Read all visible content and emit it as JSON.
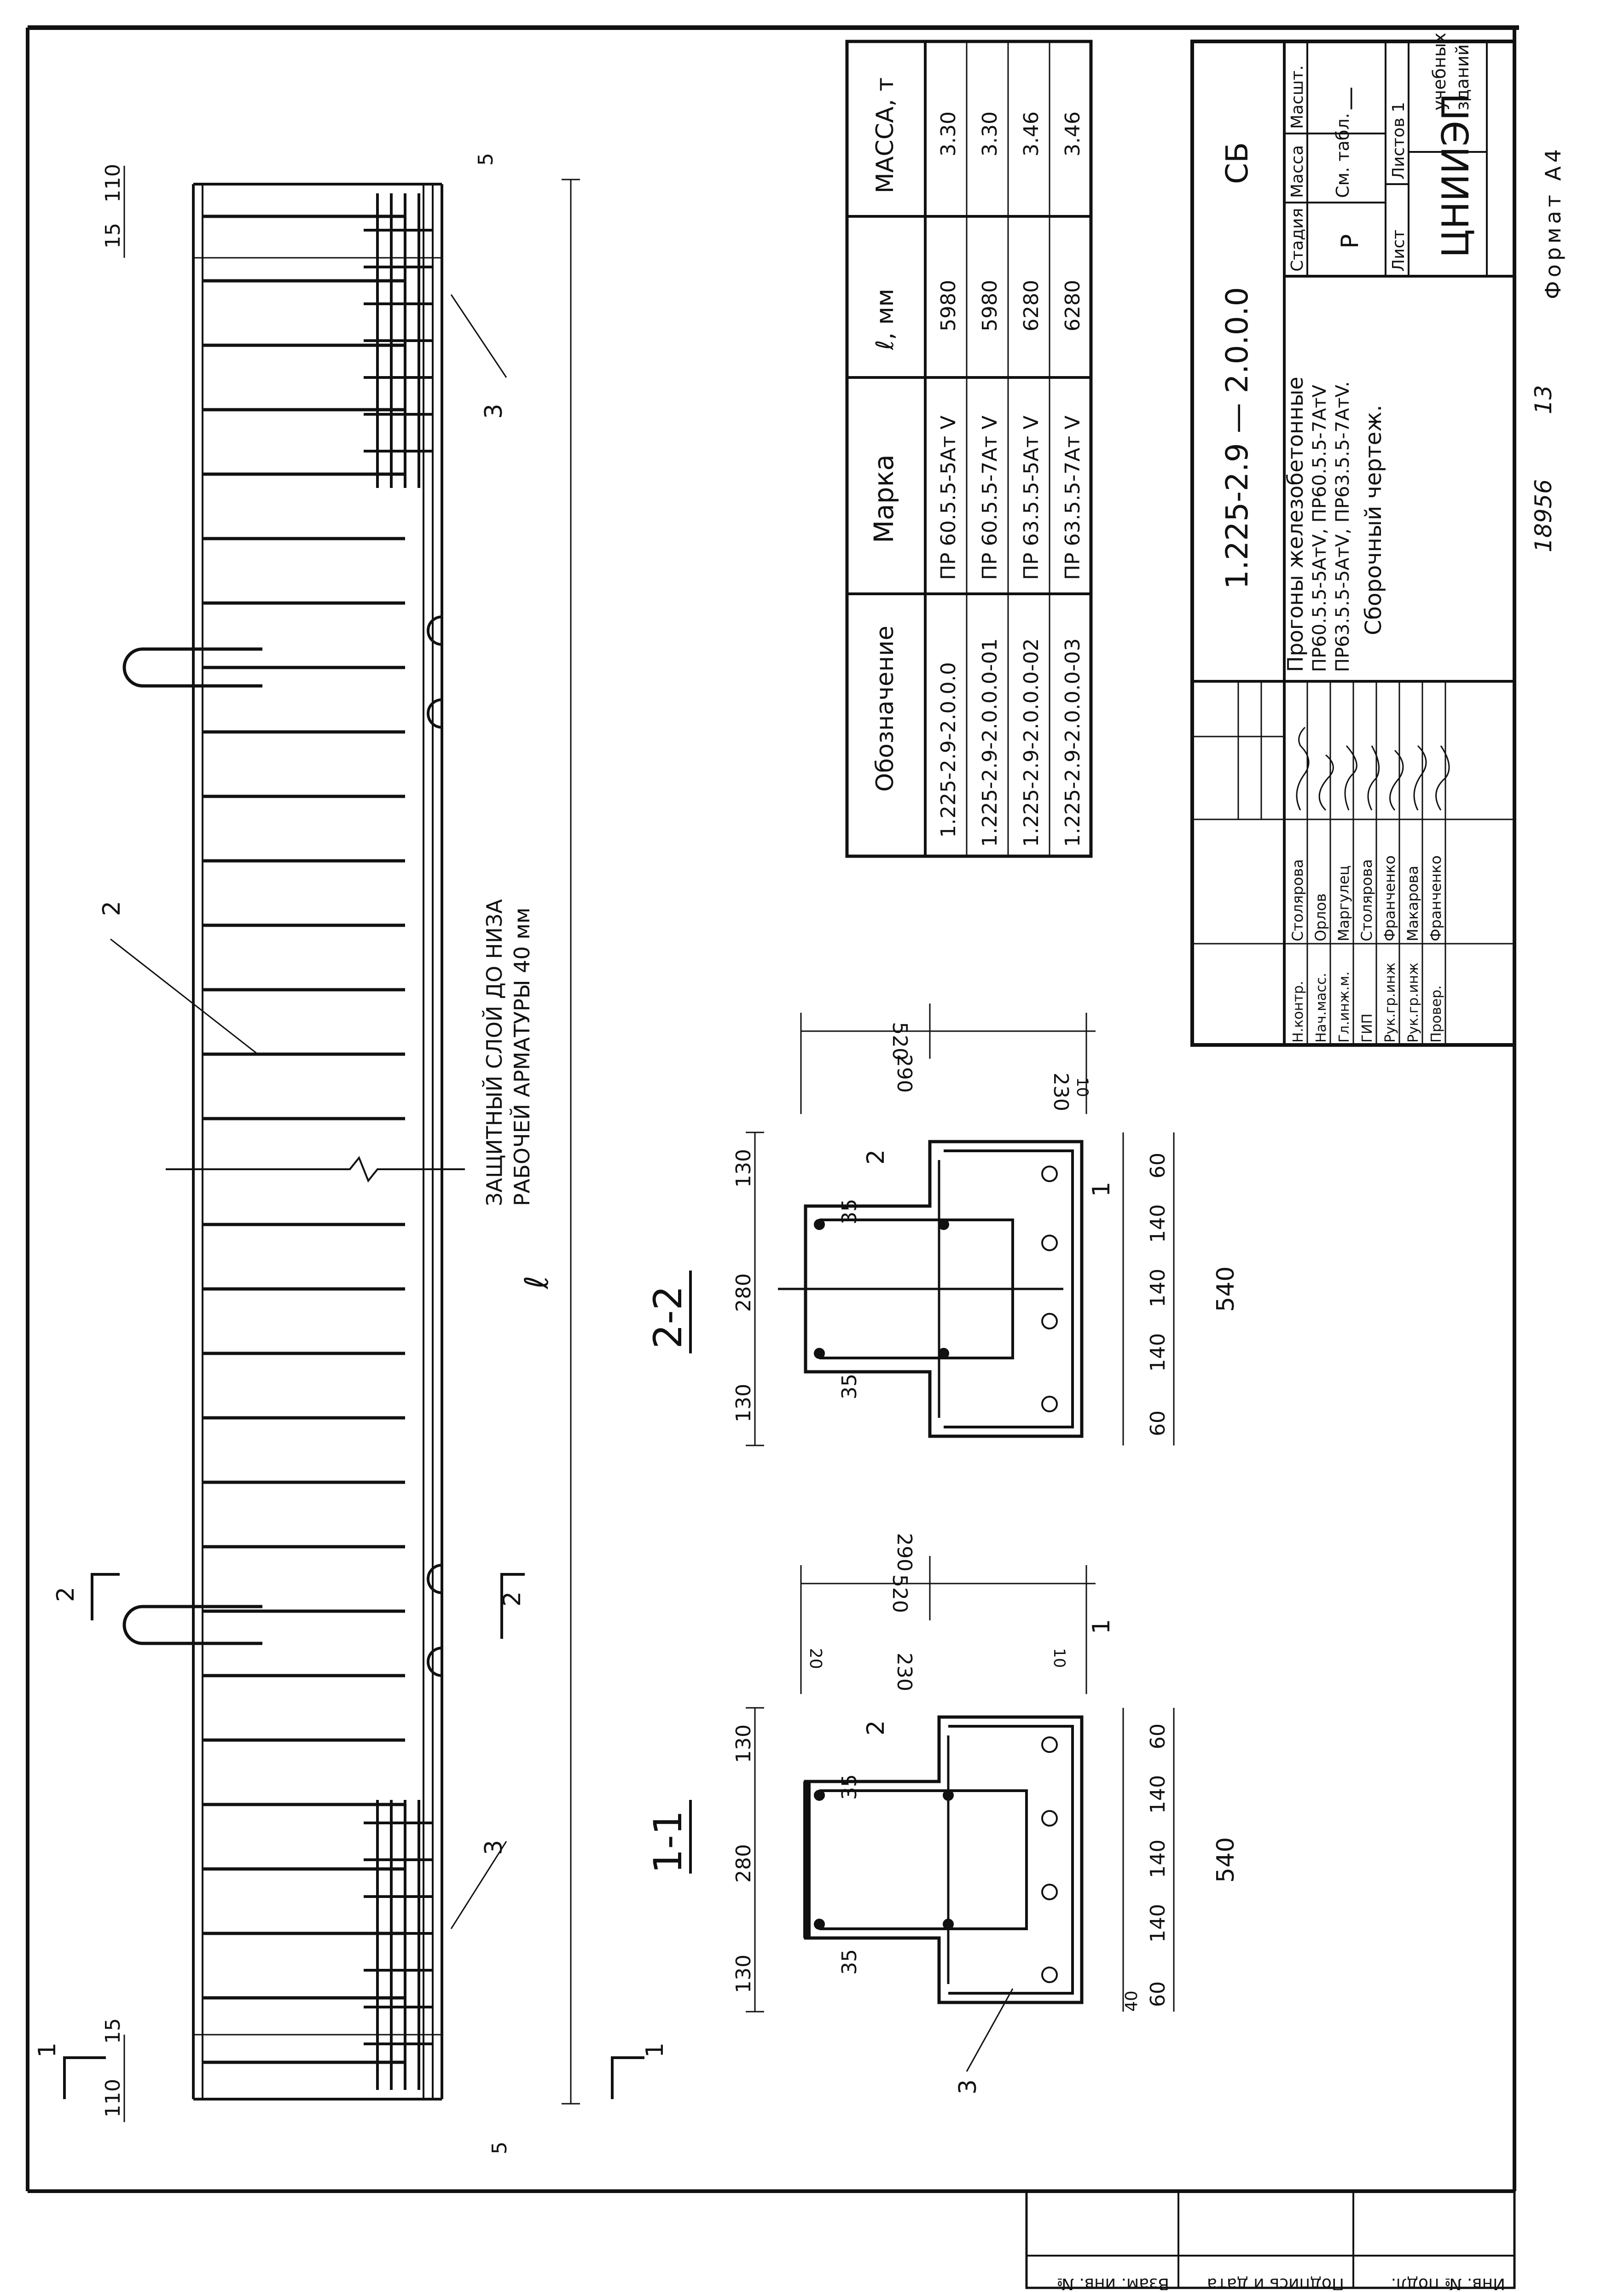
{
  "view": {
    "section_1_label": "1-1",
    "section_2_label": "2-2",
    "section_mark_1": "1",
    "section_mark_2": "2",
    "length_symbol": "ℓ",
    "dims_top": [
      "15",
      "110",
      "5"
    ],
    "dims_bottom": [
      "110",
      "15",
      "5"
    ],
    "leaders": [
      "2",
      "3",
      "3"
    ],
    "note_line_1": "ЗАЩИТНЫЙ СЛОЙ ДО НИЗА",
    "note_line_2": "РАБОЧЕЙ АРМАТУРЫ 40 мм"
  },
  "sections": {
    "s22": {
      "dims": [
        "130",
        "280",
        "130",
        "35",
        "35",
        "520",
        "230",
        "290",
        "10",
        "60",
        "140",
        "140",
        "140",
        "60",
        "540",
        "1",
        "2"
      ]
    },
    "s11": {
      "dims": [
        "130",
        "280",
        "130",
        "35",
        "35",
        "520",
        "230",
        "290",
        "20",
        "10",
        "40",
        "60",
        "140",
        "140",
        "140",
        "60",
        "540",
        "1",
        "2",
        "3"
      ]
    }
  },
  "spec_table": {
    "headers": [
      "Обозначение",
      "Марка",
      "ℓ, мм",
      "МАССА, т"
    ],
    "rows": [
      [
        "1.225-2.9-2.0.0.0",
        "ПР 60.5.5-5Ат V",
        "5980",
        "3.30"
      ],
      [
        "1.225-2.9-2.0.0.0-01",
        "ПР 60.5.5-7Ат V",
        "5980",
        "3.30"
      ],
      [
        "1.225-2.9-2.0.0.0-02",
        "ПР 63.5.5-5Ат V",
        "6280",
        "3.46"
      ],
      [
        "1.225-2.9-2.0.0.0-03",
        "ПР 63.5.5-7Ат V",
        "6280",
        "3.46"
      ]
    ]
  },
  "title_block": {
    "doc_code": "1.225-2.9 — 2.0.0.0",
    "doc_suffix": "СБ",
    "title_1": "Прогоны железобетонные",
    "title_2": "ПР60.5.5-5АтV, ПР60.5.5-7АтV",
    "title_3": "ПР63.5.5-5АтV, ПР63.5.5-7АтV.",
    "title_4": "Сборочный чертеж.",
    "stage_header": "Стадия",
    "mass_header": "Масса",
    "scale_header": "Масшт.",
    "stage": "Р",
    "mass": "См. табл.",
    "scale": "—",
    "sheet_label": "Лист",
    "sheets_label": "Листов 1",
    "org": "ЦНИИЭП",
    "org_sub_1": "учебных",
    "org_sub_2": "зданий",
    "signatures": [
      [
        "Н.контр.",
        "Столярова"
      ],
      [
        "Нач.масс.",
        "Орлов"
      ],
      [
        "Гл.инж.м.",
        "Маргулец"
      ],
      [
        "ГИП",
        "Столярова"
      ],
      [
        "Рук.гр.инж",
        "Франченко"
      ],
      [
        "Рук.гр.инж",
        "Макарова"
      ],
      [
        "Провер.",
        "Франченко"
      ]
    ]
  },
  "margin": {
    "col_1": "Инв. № подл.",
    "col_2": "Подпись и дата",
    "col_3": "Взам. инв. №"
  },
  "footer": {
    "number": "18956",
    "page": "13",
    "format": "Формат А4"
  }
}
